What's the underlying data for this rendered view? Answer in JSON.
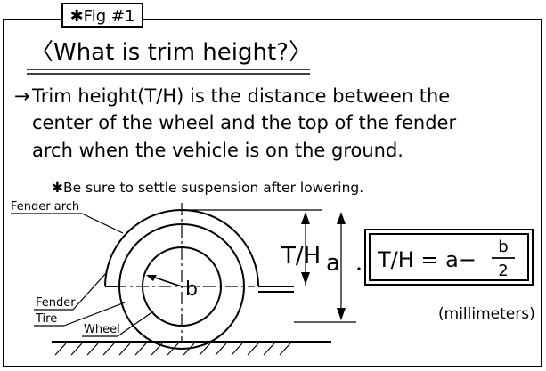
{
  "fig_tag": "✱Fig #1",
  "heading": "〈What is trim height?〉",
  "arrow_glyph": "→",
  "description_lines": [
    "Trim height(T/H) is the distance between the",
    "center of the wheel and the top of the fender",
    "arch when the vehicle is on the ground."
  ],
  "note": "✱Be sure to settle suspension after lowering.",
  "labels": {
    "fender_arch": "Fender arch",
    "fender": "Fender",
    "tire": "Tire",
    "wheel": "Wheel",
    "b": "b",
    "th": "T/H",
    "a": "a"
  },
  "formula": {
    "lhs": "T/H = a−",
    "numerator": "b",
    "denominator": "2"
  },
  "units": "(millimeters)"
}
